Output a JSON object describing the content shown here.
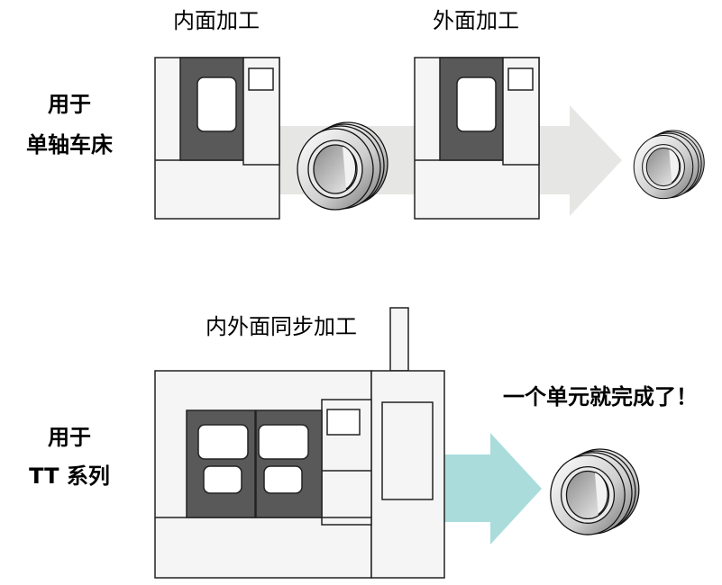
{
  "top": {
    "label_inner": "内面加工",
    "label_outer": "外面加工",
    "side_label_line1": "用于",
    "side_label_line2": "单轴车床"
  },
  "bottom": {
    "label_sync": "内外面同步加工",
    "result_label": "一个单元就完成了！",
    "side_label_line1": "用于",
    "side_label_line2": "TT 系列"
  },
  "colors": {
    "gray_arrow": "#e6e6e4",
    "teal_arrow": "#aadcdc",
    "machine_panel": "#595959",
    "machine_body": "#f5f5f5"
  }
}
